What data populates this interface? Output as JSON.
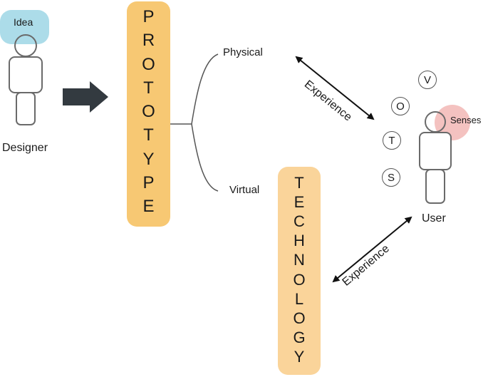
{
  "designer": {
    "idea": "Idea",
    "label": "Designer"
  },
  "prototype": {
    "letters": [
      "P",
      "R",
      "O",
      "T",
      "O",
      "T",
      "Y",
      "P",
      "E"
    ],
    "color": "#F7C873"
  },
  "branches": {
    "physical": "Physical",
    "virtual": "Virtual"
  },
  "technology": {
    "letters": [
      "T",
      "E",
      "C",
      "H",
      "N",
      "O",
      "L",
      "O",
      "G",
      "Y"
    ],
    "color": "#FAD49A"
  },
  "experience": {
    "upper": "Experience",
    "lower": "Experience"
  },
  "senses": {
    "letters": [
      "V",
      "O",
      "T",
      "S"
    ],
    "label": "Senses",
    "color": "#F1B3B0"
  },
  "user": {
    "label": "User"
  },
  "colors": {
    "idea_bubble": "#ACDCE9",
    "arrow": "#333A40",
    "outline": "#6A6A6A"
  }
}
